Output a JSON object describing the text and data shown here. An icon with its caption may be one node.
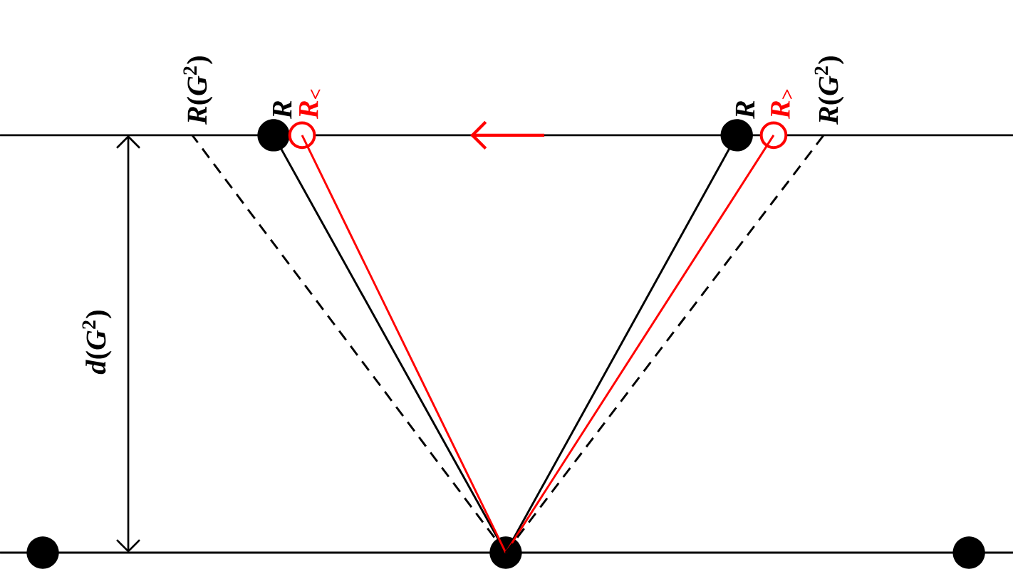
{
  "diagram": {
    "nodes": [
      {
        "text": [
          "*R*(*G*$^{2}$)"
        ]
      },
      {
        "text": [],
        "shape": "circle",
        "beside": [
          "*R*"
        ]
      },
      {
        "text": [],
        "shape": "ring",
        "beside": [
          "*R*$_{<}$"
        ]
      },
      {
        "text": [],
        "shape": "circle",
        "beside": [
          "*R*"
        ]
      },
      {
        "text": [],
        "shape": "ring",
        "beside": [
          "*R*$_{>}$"
        ]
      },
      {
        "text": [
          "*R*(*G*$^{2}$)"
        ]
      },
      {
        "text": [],
        "shape": "circle"
      },
      {
        "text": [],
        "shape": "circle"
      },
      {
        "text": [],
        "shape": "circle"
      }
    ],
    "edges": [
      {
        "from": 7,
        "to": 0,
        "arrow": "none",
        "style": "dashed"
      },
      {
        "from": 7,
        "to": 1,
        "arrow": "none"
      },
      {
        "from": 7,
        "to": 2,
        "arrow": "none",
        "color": "#ff0000"
      },
      {
        "from": 7,
        "to": 3,
        "arrow": "none"
      },
      {
        "from": 7,
        "to": 4,
        "arrow": "none",
        "color": "#ff0000"
      },
      {
        "from": 7,
        "to": 5,
        "arrow": "none",
        "style": "dashed"
      }
    ],
    "labels": [
      "*d*(*G*$^{2}$)"
    ]
  }
}
